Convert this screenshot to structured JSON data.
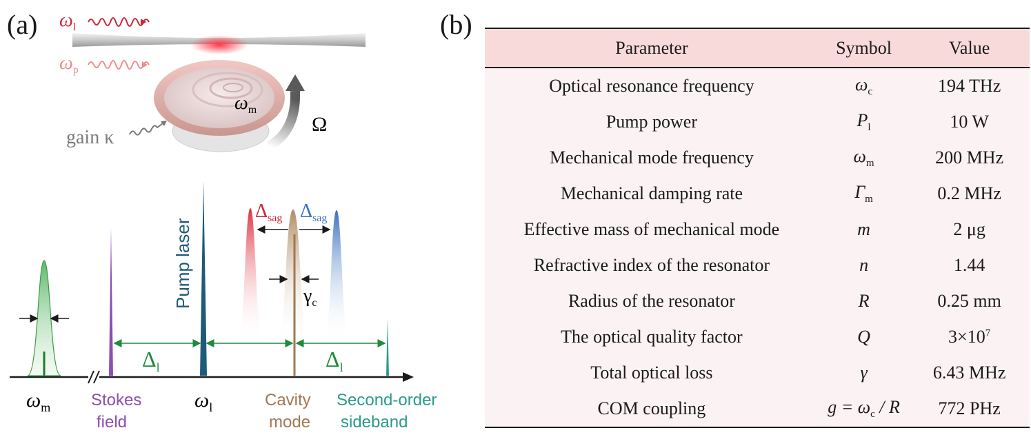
{
  "panel_a": {
    "label": "(a)",
    "omega_l": "ω",
    "omega_l_sub": "l",
    "omega_p": "ω",
    "omega_p_sub": "p",
    "omega_m": "ω",
    "omega_m_sub": "m",
    "gain_label": "gain κ",
    "rotation_label": "Ω",
    "pump_laser": "Pump laser",
    "delta_sag_left": "Δ",
    "delta_sag_right": "Δ",
    "sag_sub": "sag",
    "gamma_c": "γ",
    "gamma_c_sub": "c",
    "delta_l_left": "Δ",
    "delta_l_right": "Δ",
    "delta_l_sub": "l",
    "axis_omega_m": "ω",
    "axis_omega_m_sub": "m",
    "stokes_line1": "Stokes",
    "stokes_line2": "field",
    "axis_omega_l": "ω",
    "axis_omega_l_sub": "l",
    "cavity_line1": "Cavity",
    "cavity_line2": "mode",
    "second_line1": "Second-order",
    "second_line2": "sideband",
    "colors": {
      "pump_red": "#c8283a",
      "probe_pink": "#f08c8c",
      "green": "#1e8a3c",
      "purple": "#8a4fb0",
      "teal_blue": "#1f5a78",
      "brown": "#a07850",
      "blue": "#3a6fc0",
      "teal": "#2a9a8a"
    }
  },
  "panel_b": {
    "label": "(b)",
    "headers": [
      "Parameter",
      "Symbol",
      "Value"
    ],
    "rows": [
      {
        "parameter": "Optical resonance frequency",
        "symbol": "ω",
        "sub": "c",
        "value": "194 THz"
      },
      {
        "parameter": "Pump power",
        "symbol": "P",
        "sub": "l",
        "value": "10 W"
      },
      {
        "parameter": "Mechanical mode frequency",
        "symbol": "ω",
        "sub": "m",
        "value": "200 MHz"
      },
      {
        "parameter": "Mechanical damping rate",
        "symbol": "Γ",
        "sub": "m",
        "value": "0.2 MHz"
      },
      {
        "parameter": "Effective mass of mechanical mode",
        "symbol": "m",
        "sub": "",
        "value": "2 μg"
      },
      {
        "parameter": "Refractive index of the resonator",
        "symbol": "n",
        "sub": "",
        "value": "1.44"
      },
      {
        "parameter": "Radius of the resonator",
        "symbol": "R",
        "sub": "",
        "value": "0.25 mm"
      },
      {
        "parameter": "The optical quality factor",
        "symbol": "Q",
        "sub": "",
        "value": "3×10",
        "sup": "7"
      },
      {
        "parameter": "Total optical loss",
        "symbol": "γ",
        "sub": "",
        "value": "6.43 MHz"
      },
      {
        "parameter": "COM coupling",
        "symbol": "g = ω",
        "sub": "c",
        "symbol_tail": " / R",
        "value": "772 PHz"
      }
    ]
  }
}
